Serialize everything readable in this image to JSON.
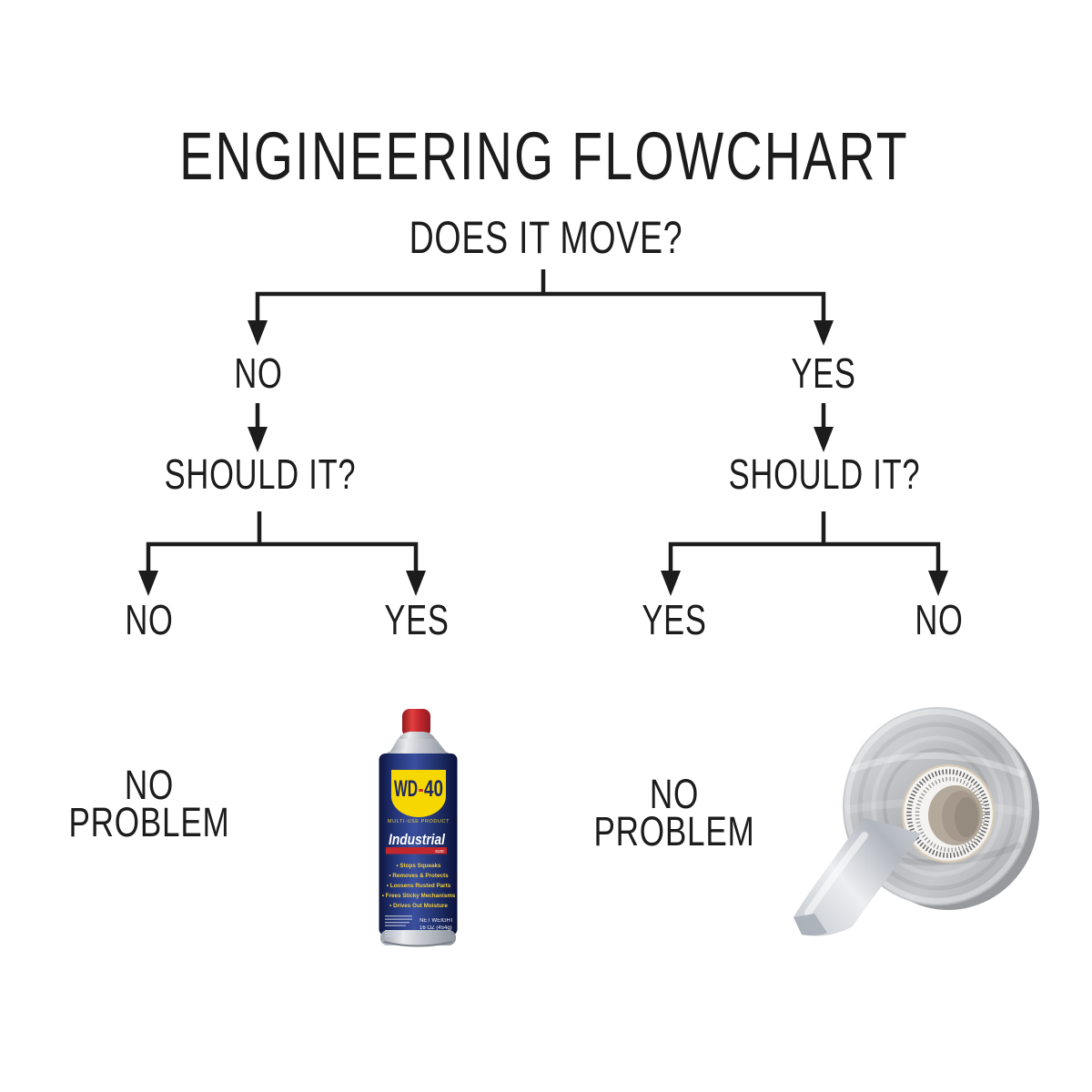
{
  "colors": {
    "ink": "#1c1c1c",
    "background": "#ffffff"
  },
  "flowchart": {
    "title": "ENGINEERING FLOWCHART",
    "root_question": "DOES IT MOVE?",
    "move_no": "NO",
    "move_yes": "YES",
    "should_left": "SHOULD IT?",
    "should_right": "SHOULD IT?",
    "should_left_no": "NO",
    "should_left_yes": "YES",
    "should_right_yes": "YES",
    "should_right_no": "NO",
    "outcome_left": {
      "line1": "NO",
      "line2": "PROBLEM"
    },
    "outcome_right": {
      "line1": "NO",
      "line2": "PROBLEM"
    }
  },
  "wd40_can": {
    "brand_wd": "WD",
    "brand_hyphen": "-",
    "brand_40": "40",
    "tagline": "MULTI-USE PRODUCT",
    "variant": "Industrial",
    "size_label": "SIZE",
    "features": [
      "• Stops Squeaks",
      "• Removes & Protects",
      "• Loosens Rusted Parts",
      "• Frees Sticky Mechanisms",
      "• Drives Out Moisture"
    ],
    "net_weight_line1": "NET WEIGHT",
    "net_weight_line2": "16 OZ (454g)",
    "colors": {
      "body_blue": "#1e2b6e",
      "cap_red": "#c5272d",
      "shield_yellow": "#f6d800",
      "logo_navy": "#1d2766",
      "banner_red": "#c1272d",
      "feature_yellow": "#f2cf3a"
    }
  },
  "duct_tape": {
    "colors": {
      "roll_silver": "#bfc1c5",
      "core_white": "#f4f3f1",
      "hole_tan": "#b4aa9c"
    }
  }
}
